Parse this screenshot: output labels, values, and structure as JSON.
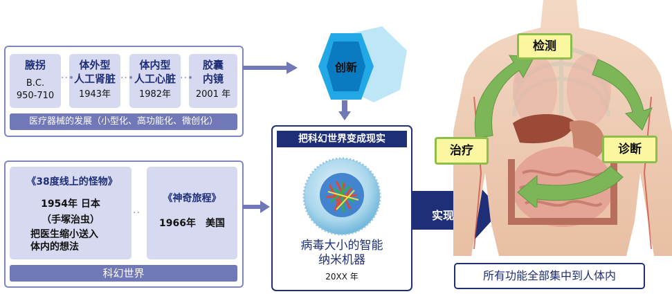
{
  "devices_panel": {
    "items": [
      {
        "title": "腋拐",
        "year": "B.C.\n950-710"
      },
      {
        "title": "体外型\n人工肾脏",
        "year": "1943年"
      },
      {
        "title": "体内型\n人工心脏",
        "year": "1982年"
      },
      {
        "title": "胶囊\n内镜",
        "year": "2001 年"
      }
    ],
    "caption": "医疗器械的发展（小型化、高功能化、微创化）"
  },
  "scifi_panel": {
    "left": {
      "title": "《38度线上的怪物》",
      "line1": "1954年 日本",
      "line2": "（手塚治虫）",
      "line3": "把医生缩小送入\n体内的想法"
    },
    "right": {
      "title": "《神奇旅程》",
      "line1": "1966年　美国"
    },
    "caption": "科幻世界"
  },
  "innovation": {
    "label": "创新"
  },
  "center_panel": {
    "header": "把科幻世界变成现实",
    "product": "病毒大小的智能\n纳米机器",
    "year": "20XX 年"
  },
  "realize_arrow": {
    "label": "实现"
  },
  "cycle": {
    "detect": "检测",
    "diagnose": "诊断",
    "treat": "治疗"
  },
  "footer_caption": "所有功能全部集中到人体内"
}
